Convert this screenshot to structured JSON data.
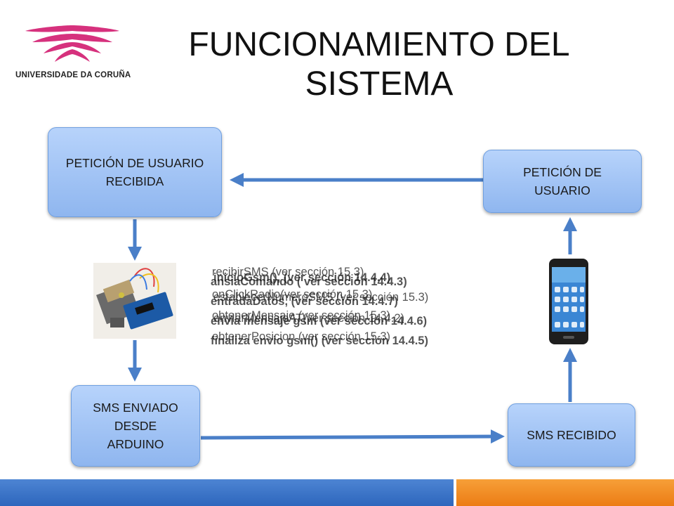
{
  "header": {
    "title": "FUNCIONAMIENTO DEL SISTEMA",
    "university": "UNIVERSIDADE DA CORUÑA",
    "logo_color": "#d6317d"
  },
  "nodes": {
    "peticion_recibida": "PETICIÓN DE USUARIO RECIBIDA",
    "peticion_usuario": "PETICIÓN DE USUARIO",
    "sms_enviado": "SMS ENVIADO DESDE ARDUINO",
    "sms_recibido": "SMS RECIBIDO"
  },
  "overlapping_text": [
    "recibirSMS (ver sección 15.3)",
    "inicioGsm(), (ver sección 14.4.4)",
    "ansiaComando ( ver sección 14.4.3)",
    "onClickRadio(ver sección 15.3)",
    "establecerNumeroSMS (ver sección 15.3)",
    "entradaDatos, (ver sección 14.4.7)",
    "obtenerMensaje (ver sección 15.3)",
    "enviarMensajeAT(ver sección 14.4.2)",
    "envia mensaje gsm (ver sección 14.4.6)",
    "obtenerPosicion (ver sección 15.3)",
    "finaliza envio gsm() (ver sección 14.4.5)"
  ],
  "colors": {
    "box_fill": "#a6c6f6",
    "arrow": "#4a7fc8",
    "footer_blue": "#3a72c6",
    "footer_orange": "#f08a1e"
  }
}
